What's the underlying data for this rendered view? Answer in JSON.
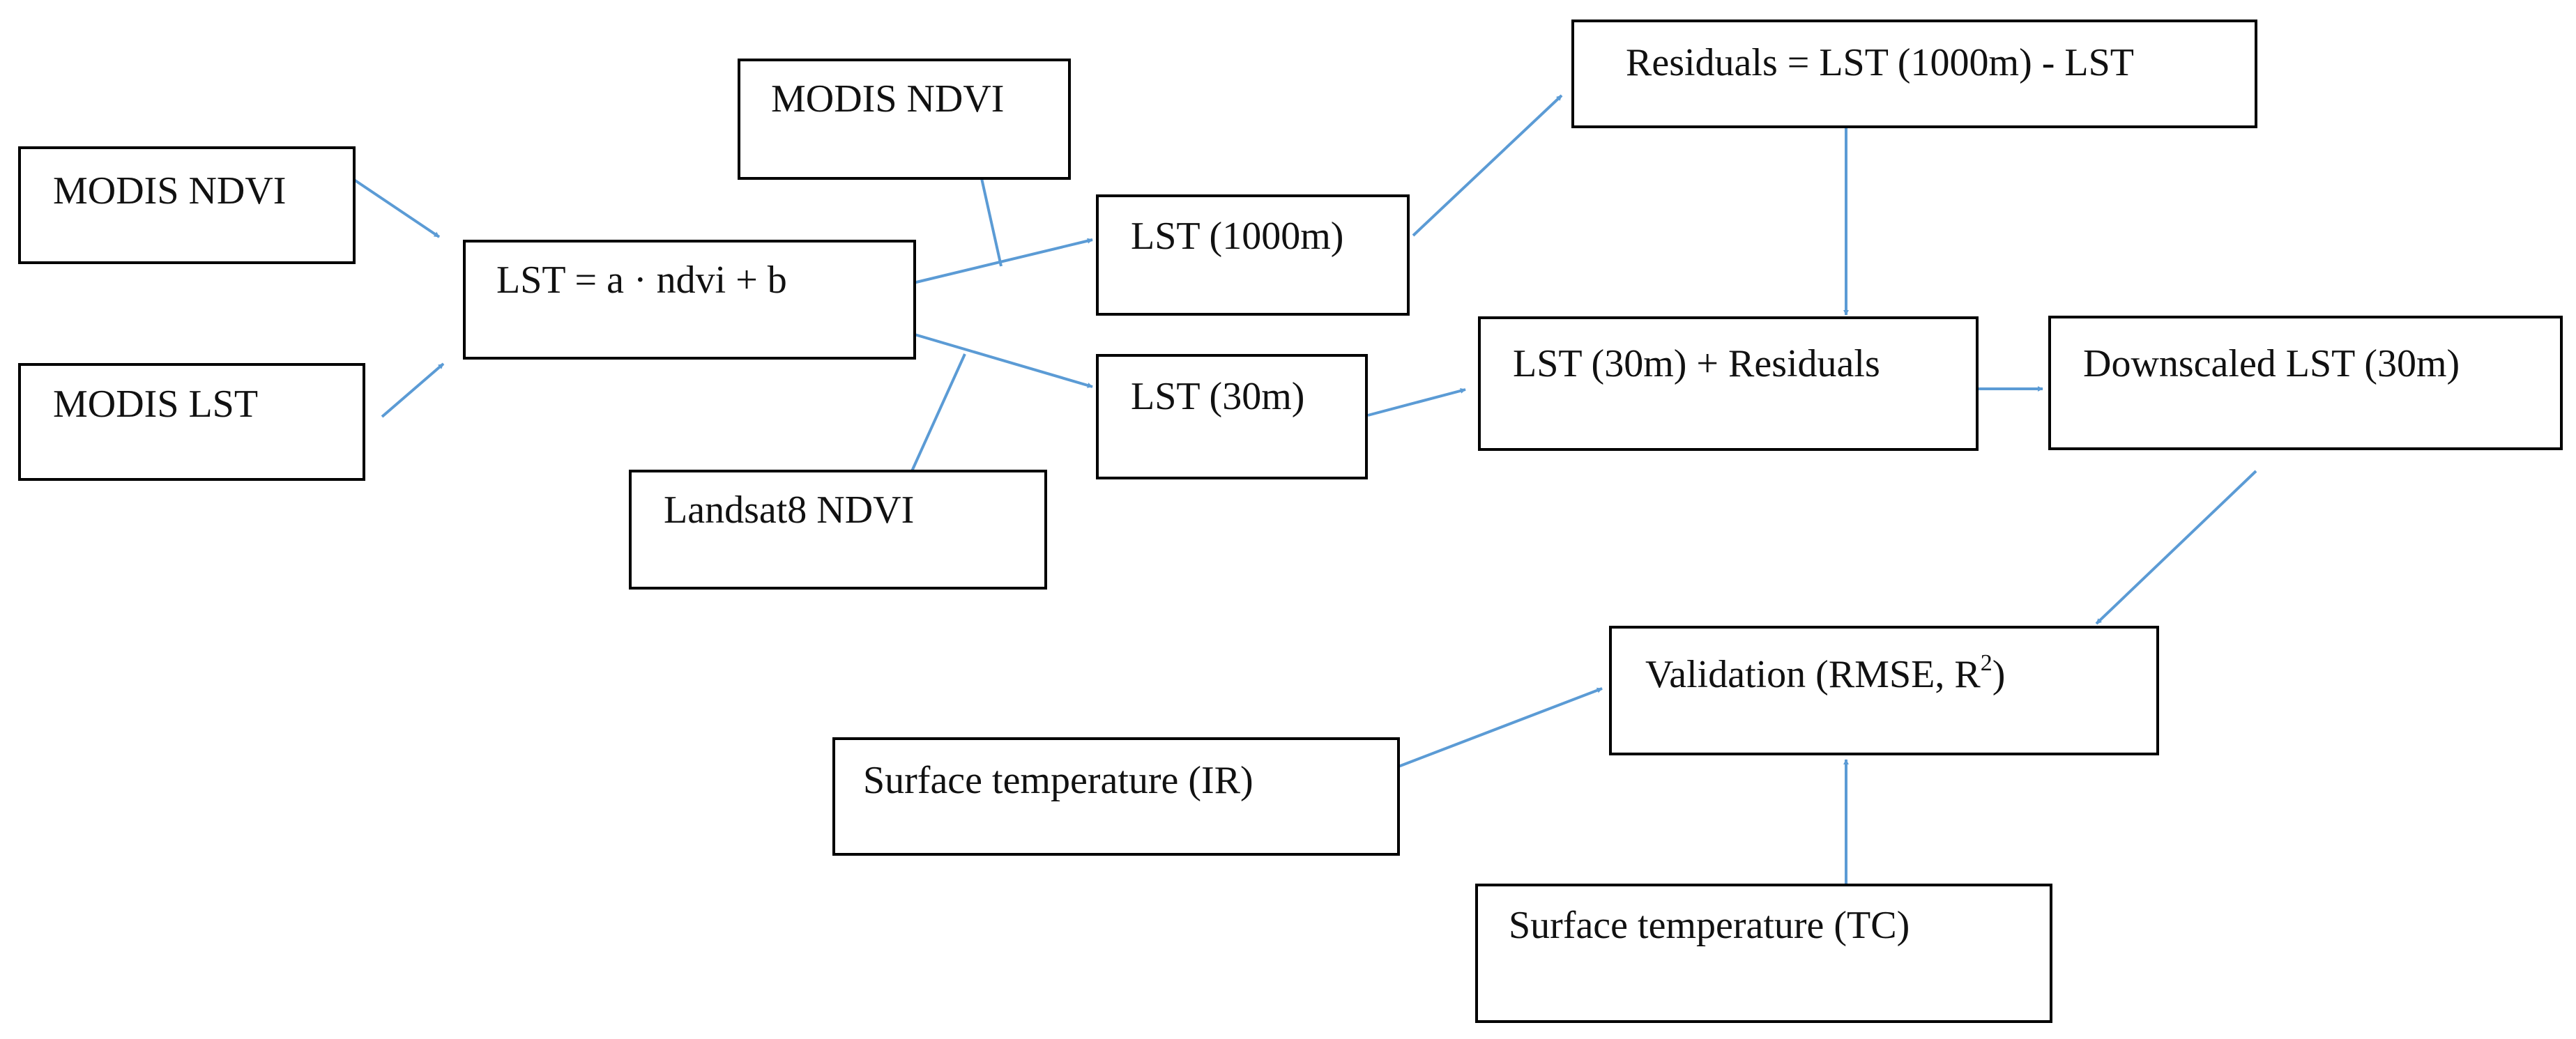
{
  "colors": {
    "arrow": "#5b9bd5",
    "box_border": "#000000",
    "text": "#111111",
    "background": "#ffffff"
  },
  "nodes": {
    "modis_ndvi_left": {
      "label": "MODIS NDVI"
    },
    "modis_lst": {
      "label": "MODIS LST"
    },
    "regression": {
      "label": "LST = a · ndvi + b"
    },
    "modis_ndvi_top": {
      "label": "MODIS NDVI"
    },
    "landsat8_ndvi": {
      "label": "Landsat8 NDVI"
    },
    "lst_1000m": {
      "label": "LST (1000m)"
    },
    "lst_30m": {
      "label": "LST (30m)"
    },
    "residuals": {
      "label": "Residuals = LST (1000m) - LST"
    },
    "lst_30m_plus_residuals": {
      "label": "LST (30m) + Residuals"
    },
    "downscaled_lst": {
      "label": "Downscaled LST (30m)"
    },
    "validation": {
      "label": "Validation (RMSE, R",
      "superscript": "2",
      "suffix": ")"
    },
    "surface_temp_ir": {
      "label": "Surface temperature (IR)"
    },
    "surface_temp_tc": {
      "label": "Surface temperature (TC)"
    }
  }
}
